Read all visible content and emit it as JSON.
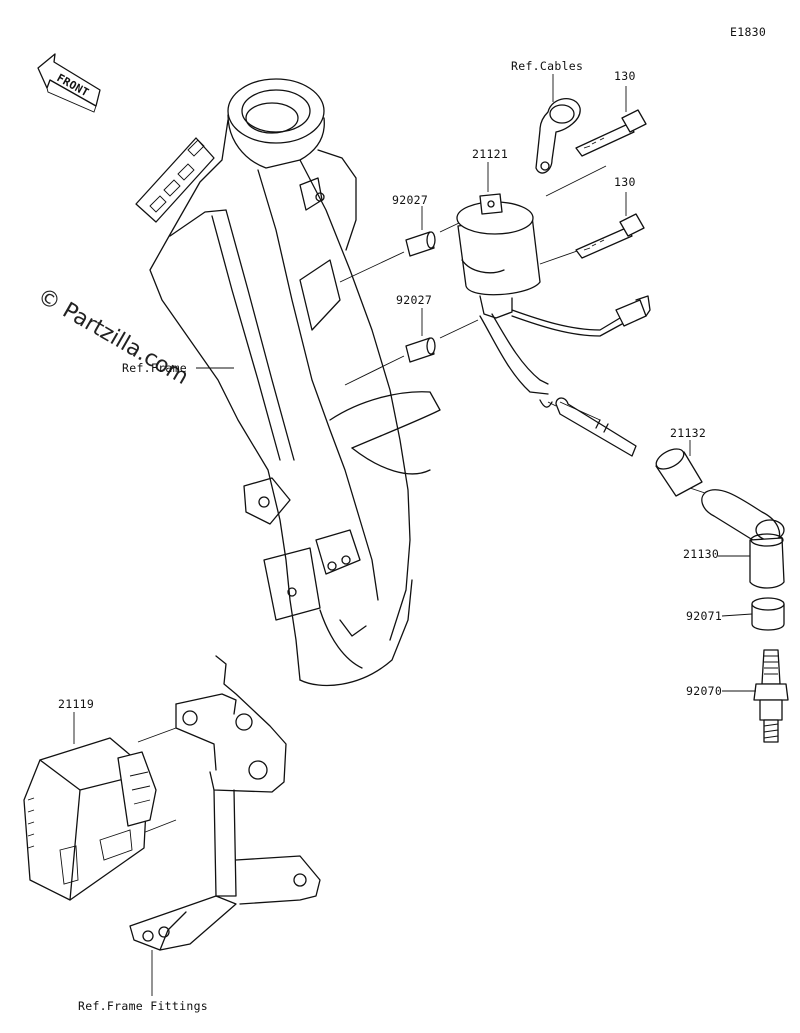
{
  "diagram": {
    "code": "E1830",
    "watermark": "© Partzilla.com",
    "front_marker": "FRONT",
    "refs": {
      "cables": "Ref.Cables",
      "frame": "Ref.Frame",
      "frame_fittings": "Ref.Frame Fittings"
    },
    "parts": {
      "bolt_upper": "130",
      "bolt_lower": "130",
      "ignition_coil": "21121",
      "spacer_upper": "92027",
      "spacer_lower": "92027",
      "plug_cap_end": "21132",
      "plug_cap": "21130",
      "seal": "92071",
      "spark_plug": "92070",
      "igniter": "21119"
    }
  }
}
